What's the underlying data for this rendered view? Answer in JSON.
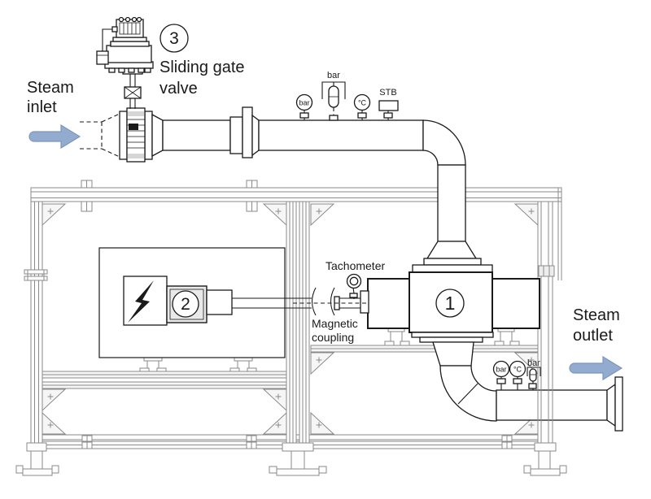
{
  "labels": {
    "steam_inlet_1": "Steam",
    "steam_inlet_2": "inlet",
    "steam_outlet_1": "Steam",
    "steam_outlet_2": "outlet",
    "valve_name_1": "Sliding gate",
    "valve_name_2": "valve",
    "tachometer": "Tachometer",
    "coupling_1": "Magnetic",
    "coupling_2": "coupling"
  },
  "callouts": {
    "turbine": "1",
    "motor": "2",
    "valve": "3"
  },
  "instruments": {
    "inlet": {
      "pressure_gauge": "bar",
      "dp_sensor_label": "bar",
      "temperature_gauge": "°C",
      "safety_temp_limiter": "STB"
    },
    "outlet": {
      "pressure_gauge": "bar",
      "temperature_gauge": "°C",
      "dp_sensor_label": "bar"
    }
  },
  "colors": {
    "ink": "#1a1a1a",
    "frame": "#8a8a8a",
    "arrow_fill": "#92abce",
    "arrow_stroke": "#7d97bb"
  }
}
